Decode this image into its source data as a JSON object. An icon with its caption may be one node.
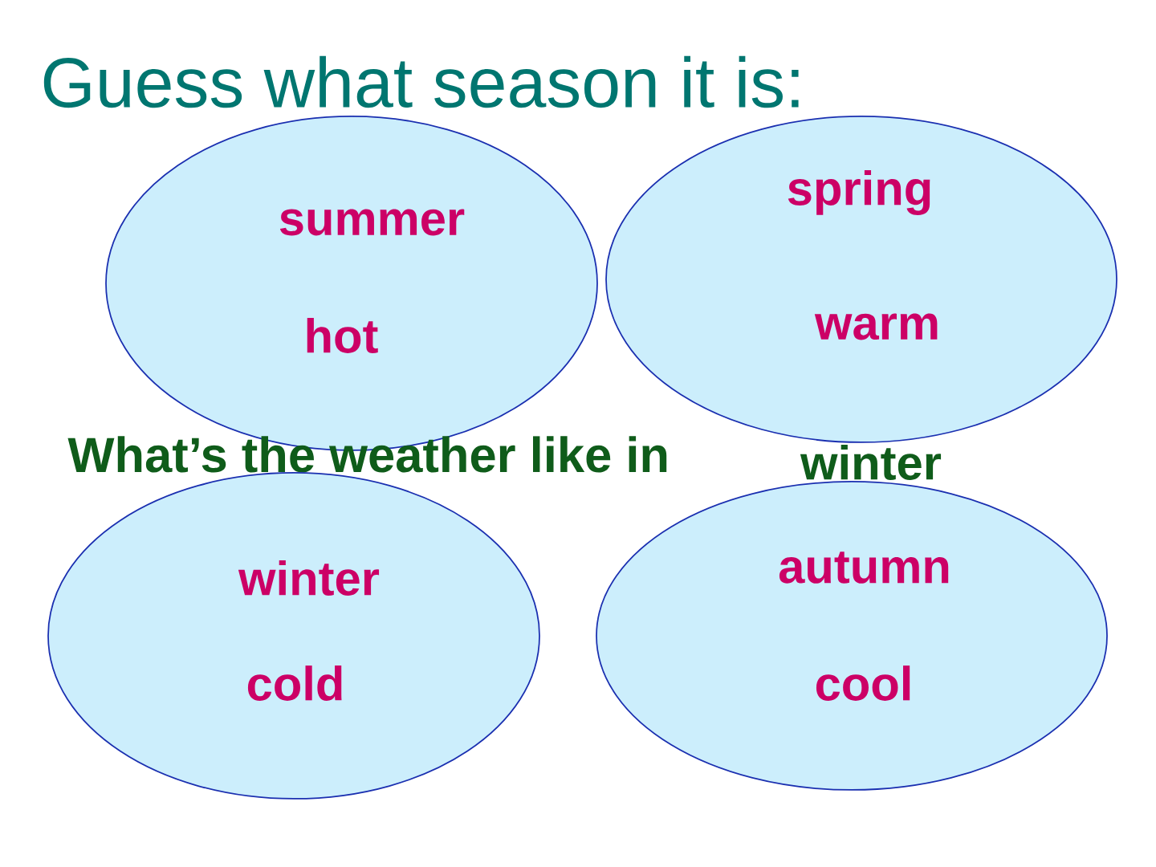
{
  "diagram": {
    "title": "Guess what season it is:",
    "nodes": [
      {
        "text": [
          "summer",
          "hot"
        ]
      },
      {
        "text": [
          "spring",
          "warm"
        ]
      },
      {
        "text": [
          "winter"
        ]
      },
      {
        "text": [
          "winter",
          "cold"
        ]
      },
      {
        "text": [
          "autumn",
          "cool"
        ]
      }
    ],
    "labels": [
      "What’s the weather like in"
    ]
  }
}
